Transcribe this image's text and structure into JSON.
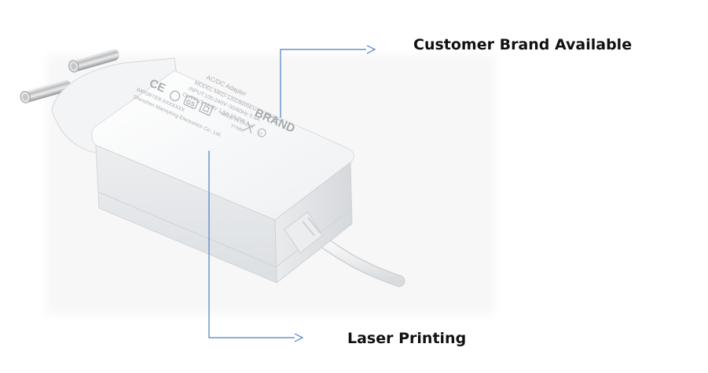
{
  "callouts": {
    "brand": "Customer Brand Available",
    "laser": "Laser Printing"
  },
  "product_print": {
    "brand": "BRAND",
    "title": "AC/DC Adapter",
    "model": "MODEL:MKD-12018005EU",
    "input": "INPUT:100-240V~50/60Hz 0.5A",
    "output": "OUTPUT:12.0V  1.5A  18.0W",
    "importer": "IMPORTER:XXXXXXX",
    "maker": "Shenzhen Mannyking Electronics Co., Ltd.",
    "made_in": "MADE IN CHINA",
    "date_code": "YYMM",
    "ce_mark": "CE",
    "gs_mark": "GS",
    "vi_mark": "VI"
  },
  "colors": {
    "callout_line": "#4a7fc1",
    "callout_text": "#111111",
    "adapter_body": "#f2f2f2",
    "print_gray": "#a9adb2"
  }
}
